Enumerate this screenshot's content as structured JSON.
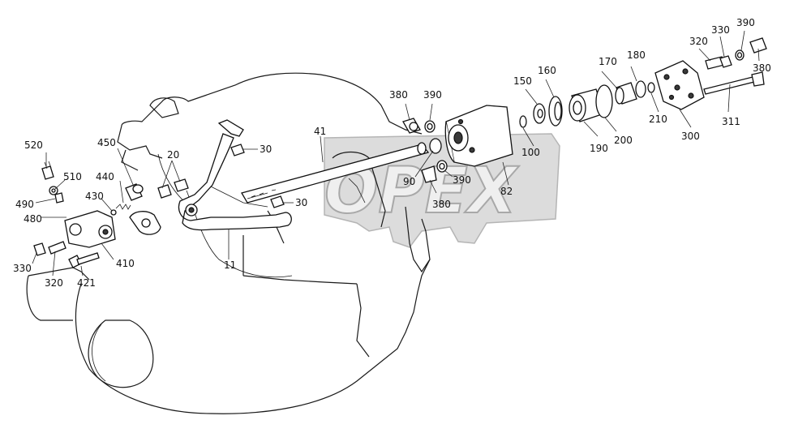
{
  "watermark": {
    "brand_text": "OPEX"
  },
  "callouts": [
    {
      "key": "c520",
      "text": "520"
    },
    {
      "key": "c510",
      "text": "510"
    },
    {
      "key": "c490",
      "text": "490"
    },
    {
      "key": "c480",
      "text": "480"
    },
    {
      "key": "c450",
      "text": "450"
    },
    {
      "key": "c440",
      "text": "440"
    },
    {
      "key": "c430",
      "text": "430"
    },
    {
      "key": "c410",
      "text": "410"
    },
    {
      "key": "c330a",
      "text": "330"
    },
    {
      "key": "c320a",
      "text": "320"
    },
    {
      "key": "c421",
      "text": "421"
    },
    {
      "key": "c20",
      "text": "20"
    },
    {
      "key": "c30a",
      "text": "30"
    },
    {
      "key": "c30b",
      "text": "30"
    },
    {
      "key": "c11",
      "text": "11"
    },
    {
      "key": "c41",
      "text": "41"
    },
    {
      "key": "c380a",
      "text": "380"
    },
    {
      "key": "c390a",
      "text": "390"
    },
    {
      "key": "c90",
      "text": "90"
    },
    {
      "key": "c390b",
      "text": "390"
    },
    {
      "key": "c380b",
      "text": "380"
    },
    {
      "key": "c82",
      "text": "82"
    },
    {
      "key": "c100",
      "text": "100"
    },
    {
      "key": "c150",
      "text": "150"
    },
    {
      "key": "c160",
      "text": "160"
    },
    {
      "key": "c170",
      "text": "170"
    },
    {
      "key": "c180",
      "text": "180"
    },
    {
      "key": "c190",
      "text": "190"
    },
    {
      "key": "c200",
      "text": "200"
    },
    {
      "key": "c210",
      "text": "210"
    },
    {
      "key": "c300",
      "text": "300"
    },
    {
      "key": "c311",
      "text": "311"
    },
    {
      "key": "c320b",
      "text": "320"
    },
    {
      "key": "c330b",
      "text": "330"
    },
    {
      "key": "c390c",
      "text": "390"
    },
    {
      "key": "c380c",
      "text": "380"
    }
  ]
}
